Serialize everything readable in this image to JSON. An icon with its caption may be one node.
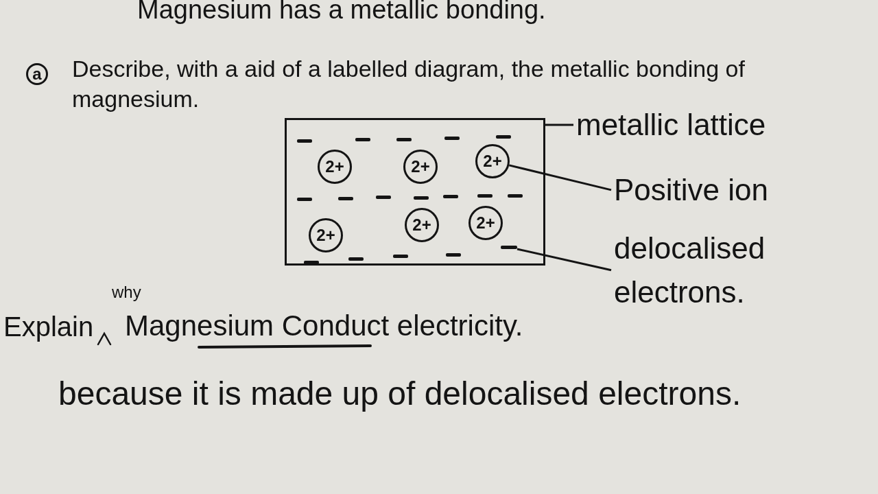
{
  "diagram": {
    "nodes": [
      {
        "text": [],
        "shape": "box"
      },
      {
        "text": [
          "2+"
        ],
        "in": 0
      },
      {
        "text": [
          "2+"
        ],
        "in": 0
      },
      {
        "text": [
          "2+"
        ],
        "in": 0
      },
      {
        "text": [
          "2+"
        ],
        "in": 0
      },
      {
        "text": [
          "2+"
        ],
        "in": 0
      },
      {
        "text": [
          "2+"
        ],
        "in": 0
      },
      {
        "text": [],
        "shape": "bar",
        "in": 0
      },
      {
        "text": [
          "metallic lattice"
        ]
      },
      {
        "text": [
          "Positive ion"
        ]
      },
      {
        "text": [
          "delocalised electrons."
        ]
      }
    ],
    "edges": [
      {
        "from": 8,
        "to": 0,
        "arrow": "none"
      },
      {
        "from": 9,
        "to": 3,
        "arrow": "none"
      },
      {
        "from": 10,
        "to": 7,
        "arrow": "none"
      }
    ],
    "labels": [
      "Magnesium has a metallic bonding.",
      "a",
      "Describe, with a aid of a labelled diagram, the metallic bonding of magnesium.",
      "Explain",
      "why",
      "Magnesium Conduct electricity.",
      "because it is made up of delocalised electrons."
    ]
  }
}
